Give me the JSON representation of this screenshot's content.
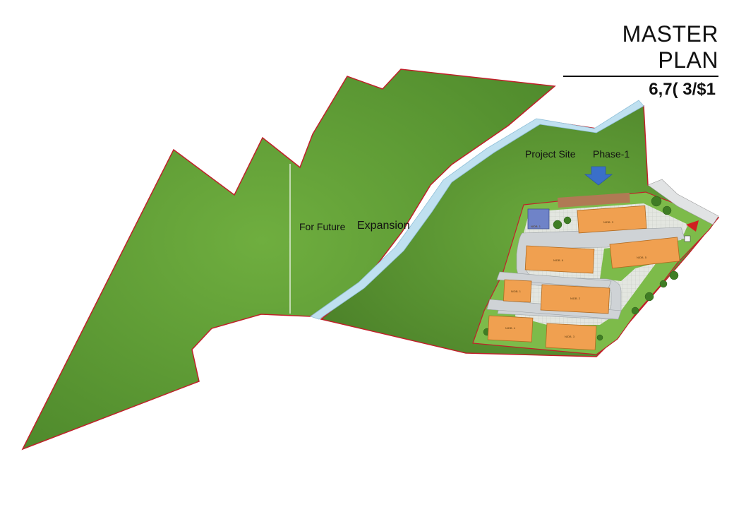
{
  "title": "MASTER PLAN",
  "subtitle": "6,7( 3/$1",
  "labels": {
    "project_site": "Project Site",
    "phase": "Phase-1",
    "future": "For Future",
    "expansion": "Expansion"
  },
  "colors": {
    "land": "#62a13a",
    "boundary": "#c0202a",
    "stream": "#bfe0f0",
    "building": "#f0a050",
    "road": "#cfd3d6",
    "paving": "#e4e4e4",
    "arrow": "#3a6fc9"
  },
  "blocks": {
    "b1": "N/DB. 3",
    "b2": "N/DB. 6",
    "b3": "N/DB. 5",
    "b4": "N/DB. 1",
    "b5": "N/DB. 2",
    "b6": "N/DB. 4",
    "b7": "N/DB. 3",
    "b8": "N/DB. 1"
  }
}
